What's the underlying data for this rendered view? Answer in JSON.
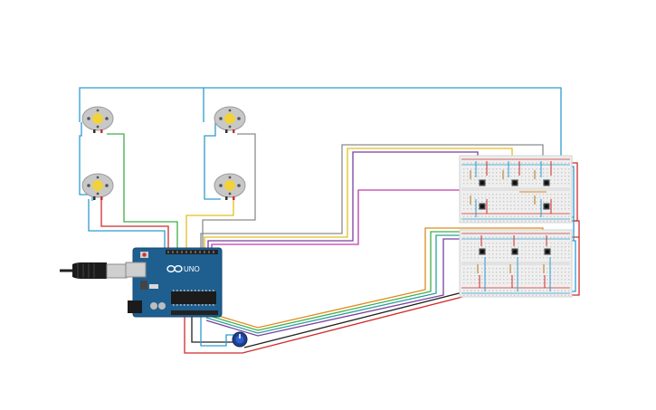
{
  "board": {
    "brand_text": "UNO",
    "color": "#1f5f8f"
  },
  "wire_colors": {
    "blue": "#2d9cd1",
    "green": "#3fae49",
    "gray": "#8c8c8c",
    "yellow": "#e0c11f",
    "red": "#d12b2b",
    "purple": "#7a3fa0",
    "magenta": "#c23aa8",
    "orange": "#e08a1b",
    "black": "#222222",
    "teal": "#2aa09a"
  },
  "components": {
    "motors": 4,
    "pushbuttons": 8,
    "breadboards": 2,
    "potentiometer": 1
  }
}
